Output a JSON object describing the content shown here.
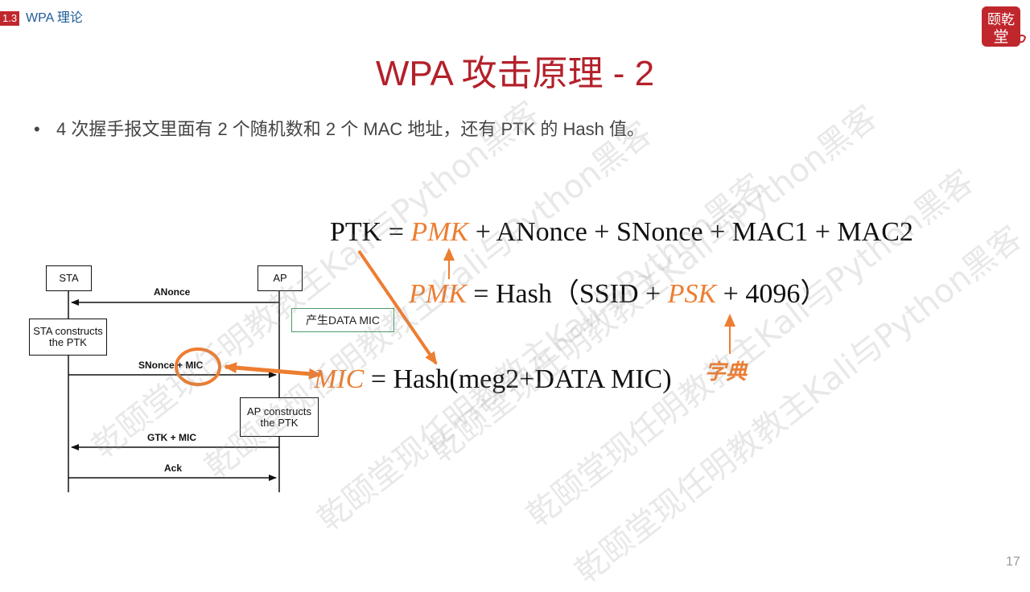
{
  "header": {
    "section_number": "1.3",
    "section_title": "WPA 理论"
  },
  "logo": {
    "text_top": "颐乾",
    "text_bottom": "堂",
    "color": "#c0272d"
  },
  "slide": {
    "title": "WPA 攻击原理 - 2",
    "bullet": "4 次握手报文里面有 2 个随机数和 2 个 MAC 地址，还有 PTK 的 Hash 值。"
  },
  "equations": {
    "eq1": {
      "lhs": "PTK",
      "eq": " = ",
      "pmk": "PMK",
      "rest": " + ANonce + SNonce + MAC1 + MAC2"
    },
    "eq2": {
      "pmk": "PMK",
      "mid": " = Hash（SSID + ",
      "psk": "PSK",
      "rest": " + 4096）"
    },
    "eq3": {
      "mic": "MIC",
      "rest": " = Hash(meg2+DATA MIC)"
    }
  },
  "labels": {
    "dictionary": "字典",
    "generate_data_mic": "产生DATA MIC"
  },
  "handshake": {
    "sta": "STA",
    "ap": "AP",
    "sta_constructs_line1": "STA constructs",
    "sta_constructs_line2": "the PTK",
    "ap_constructs_line1": "AP constructs",
    "ap_constructs_line2": "the PTK",
    "messages": [
      "ANonce",
      "SNonce + MIC",
      "GTK + MIC",
      "Ack"
    ]
  },
  "watermark": "乾颐堂现任明教教主Kali与Python黑客",
  "colors": {
    "accent": "#ed7d31",
    "title": "#b3202a",
    "badge": "#c0272d",
    "section": "#1f5b99"
  },
  "page_number": "17"
}
